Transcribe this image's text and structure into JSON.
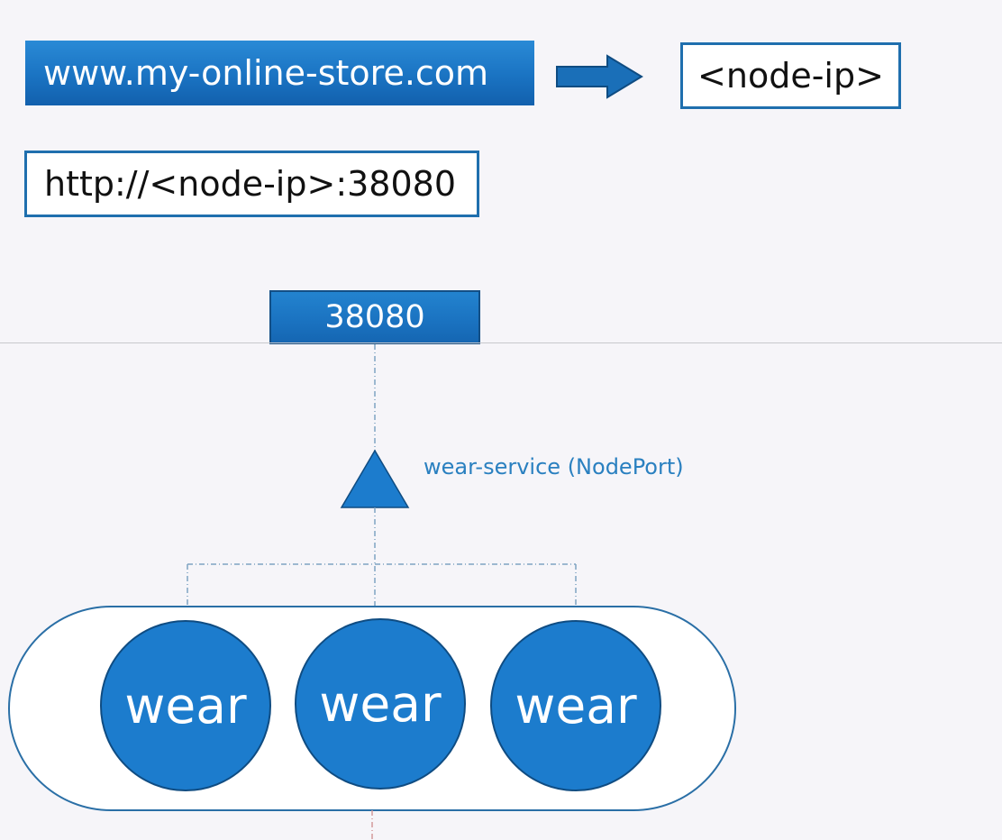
{
  "header": {
    "domain_url": "www.my-online-store.com",
    "node_ip": "<node-ip>",
    "http_url": "http://<node-ip>:38080"
  },
  "node_port": "38080",
  "service": {
    "label": "wear-service (NodePort)"
  },
  "pods": [
    {
      "label": "wear"
    },
    {
      "label": "wear"
    },
    {
      "label": "wear"
    }
  ],
  "colors": {
    "primary_blue": "#1a73c2",
    "border_blue": "#1f6fae",
    "label_blue": "#2a80c0",
    "dashed_line": "#7fa3c2",
    "background": "#f6f5f9"
  },
  "icons": {
    "arrow": "right-arrow-icon",
    "service": "triangle-service-icon"
  }
}
